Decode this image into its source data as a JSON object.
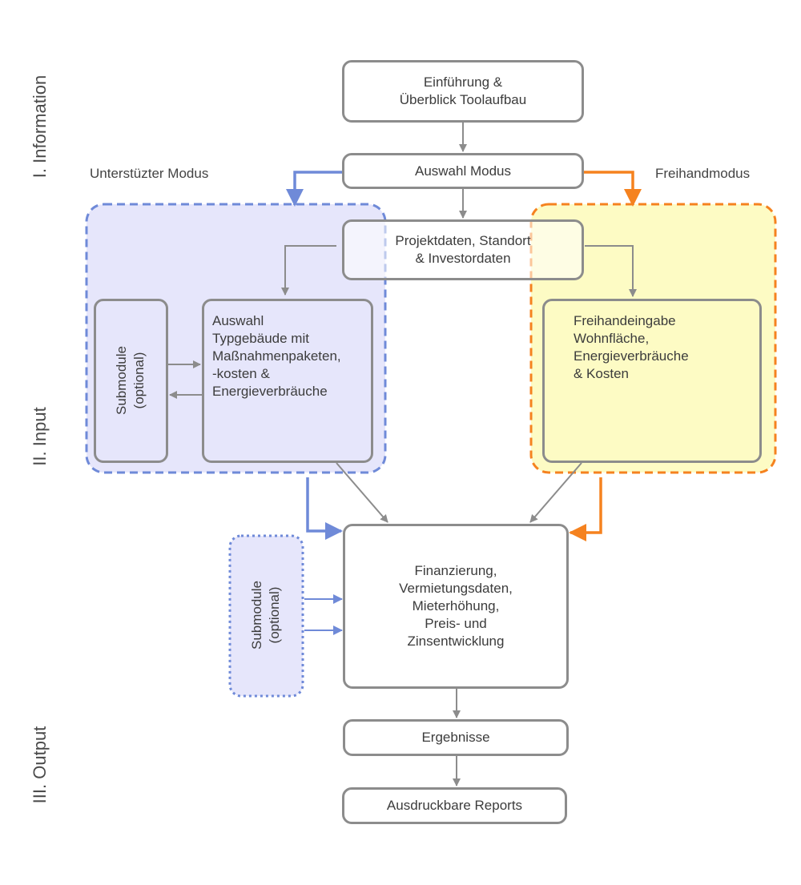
{
  "phases": {
    "information": "I. Information",
    "input": "II. Input",
    "output": "III. Output"
  },
  "modes": {
    "supported": "Unterstüzter Modus",
    "freehand": "Freihandmodus"
  },
  "nodes": {
    "intro": "Einführung &\nÜberblick Toolaufbau",
    "mode_select": "Auswahl Modus",
    "project": "Projektdaten, Standort\n& Investordaten",
    "submodule_left": "Submodule\n(optional)",
    "typebuilding": "Auswahl\nTypgebäude mit\nMaßnahmenpaketen,\n-kosten &\nEnergieverbräuche",
    "freehand_input": "Freihandeingabe\nWohnfläche,\nEnergieverbräuche\n& Kosten",
    "submodule_lower": "Submodule\n(optional)",
    "financing": "Finanzierung,\nVermietungsdaten,\nMieterhöhung,\nPreis- und\nZinsentwicklung",
    "results": "Ergebnisse",
    "reports": "Ausdruckbare Reports"
  },
  "colors": {
    "blue": "#6f8ad8",
    "blue_fill": "#e6e6fb",
    "orange": "#f5821f",
    "yellow_fill": "#fdfbc4",
    "gray": "#8c8c8c"
  }
}
